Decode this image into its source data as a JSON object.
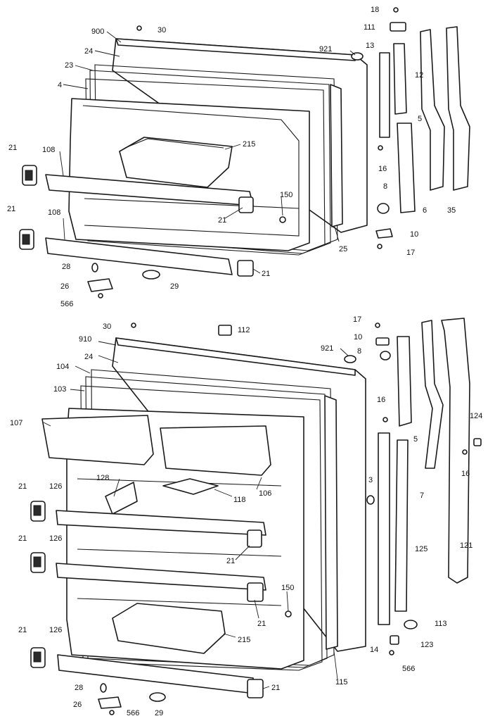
{
  "diagram": {
    "upper_door_callouts": {
      "c18": "18",
      "c111": "111",
      "c900": "900",
      "c30": "30",
      "c921": "921",
      "c13": "13",
      "c12": "12",
      "c24": "24",
      "c23": "23",
      "c4": "4",
      "c5": "5",
      "c215": "215",
      "c21a": "21",
      "c108a": "108",
      "c16": "16",
      "c21b": "21",
      "c108b": "108",
      "c150": "150",
      "c8": "8",
      "c6": "6",
      "c35": "35",
      "c21c": "21",
      "c25": "25",
      "c10": "10",
      "c17": "17",
      "c28": "28",
      "c21d": "21",
      "c26": "26",
      "c29": "29",
      "c566": "566"
    },
    "lower_door_callouts": {
      "c30": "30",
      "c112": "112",
      "c17": "17",
      "c910": "910",
      "c10": "10",
      "c921": "921",
      "c8": "8",
      "c24": "24",
      "c104": "104",
      "c103": "103",
      "c16a": "16",
      "c107": "107",
      "c124": "124",
      "c5": "5",
      "c16b": "16",
      "c128": "128",
      "c3": "3",
      "c7": "7",
      "c21a": "21",
      "c126a": "126",
      "c118": "118",
      "c106": "106",
      "c21b": "21",
      "c126b": "126",
      "c21c": "21",
      "c125": "125",
      "c121": "121",
      "c150": "150",
      "c21d": "21",
      "c113": "113",
      "c21e": "21",
      "c126c": "126",
      "c215": "215",
      "c123": "123",
      "c14": "14",
      "c566a": "566",
      "c115": "115",
      "c28": "28",
      "c21f": "21",
      "c26": "26",
      "c566b": "566",
      "c29": "29"
    }
  }
}
